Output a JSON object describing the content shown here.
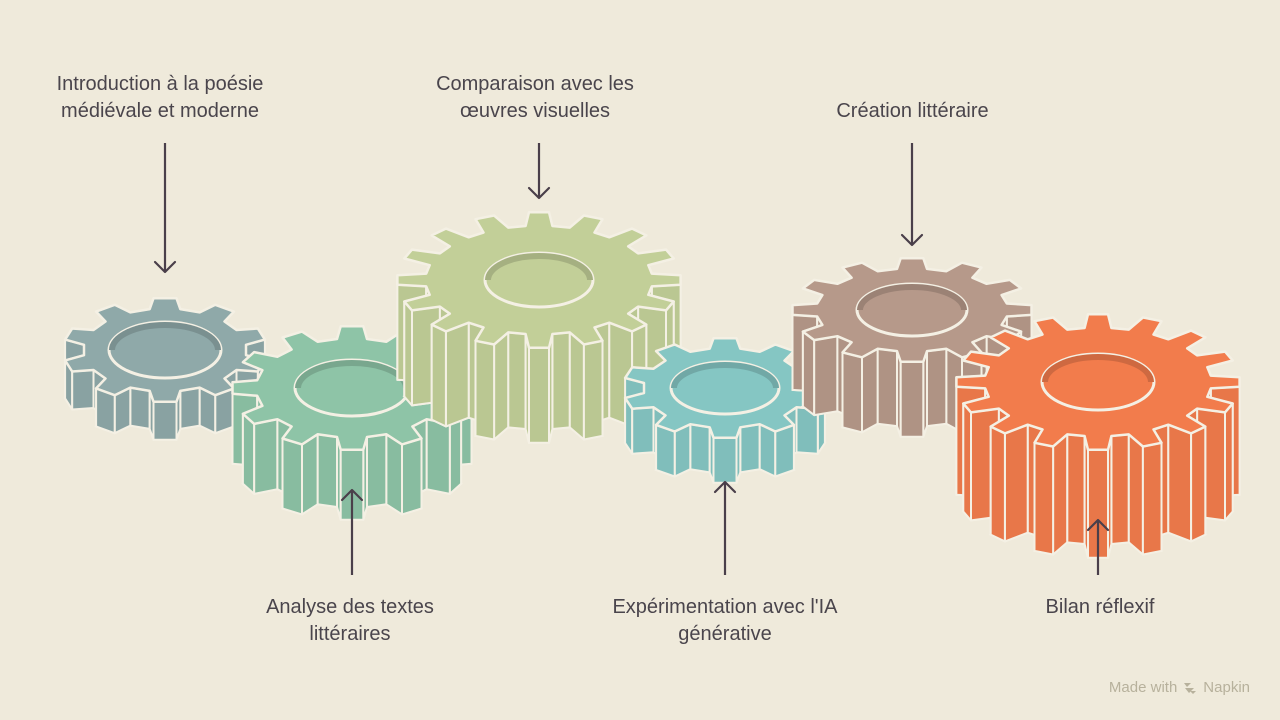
{
  "colors": {
    "background": "#efeadb",
    "outline": "#f4f0e4",
    "text": "#4a454c",
    "arrow": "#4a3f4a",
    "watermark": "#b7b19c"
  },
  "gears": [
    {
      "id": "gear-1",
      "color": "#8fa9a9"
    },
    {
      "id": "gear-2",
      "color": "#8ec4a7"
    },
    {
      "id": "gear-3",
      "color": "#c2cf98"
    },
    {
      "id": "gear-4",
      "color": "#85c6c3"
    },
    {
      "id": "gear-5",
      "color": "#b6998a"
    },
    {
      "id": "gear-6",
      "color": "#f27c4c"
    }
  ],
  "steps": [
    {
      "lines": [
        "Introduction à la poésie",
        "médiévale et moderne"
      ]
    },
    {
      "lines": [
        "Analyse des textes",
        "littéraires"
      ]
    },
    {
      "lines": [
        "Comparaison avec les",
        "œuvres visuelles"
      ]
    },
    {
      "lines": [
        "Expérimentation avec l'IA",
        "générative"
      ]
    },
    {
      "lines": [
        "Création littéraire"
      ]
    },
    {
      "lines": [
        "Bilan réflexif"
      ]
    }
  ],
  "watermark": {
    "prefix": "Made with",
    "brand": "Napkin",
    "icon": "napkin-logo-icon"
  }
}
